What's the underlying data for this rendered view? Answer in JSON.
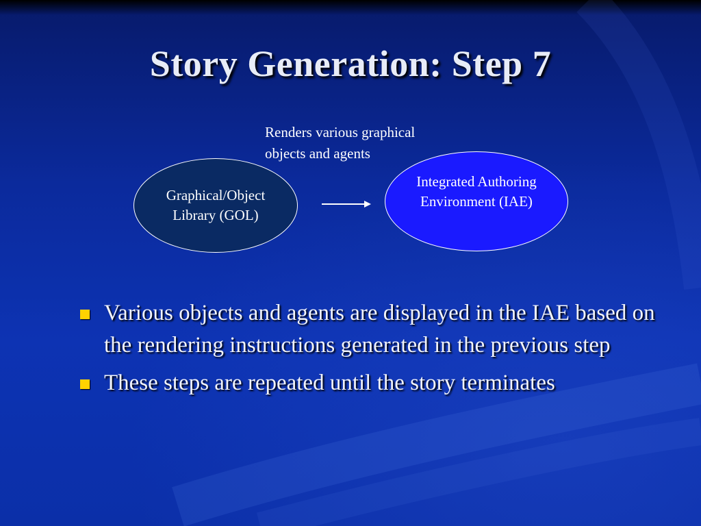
{
  "slide": {
    "title": "Story Generation: Step 7"
  },
  "diagram": {
    "caption_line1": "Renders various graphical",
    "caption_line2": "objects and agents",
    "gol_line1": "Graphical/Object",
    "gol_line2": "Library (GOL)",
    "iae_line1": "Integrated Authoring",
    "iae_line2": "Environment (IAE)"
  },
  "bullets": [
    "Various objects and agents are displayed in the IAE based on the rendering instructions generated in the previous step",
    "These steps are repeated until the story terminates"
  ],
  "colors": {
    "background": "#0b2a9c",
    "gol_fill": "#0a2a63",
    "iae_fill": "#1a1aff",
    "bullet": "#ffd200",
    "text": "#ffffff"
  },
  "icons": {
    "bullet": "yellow-square-bullet-icon",
    "arrow": "right-arrow-icon"
  }
}
